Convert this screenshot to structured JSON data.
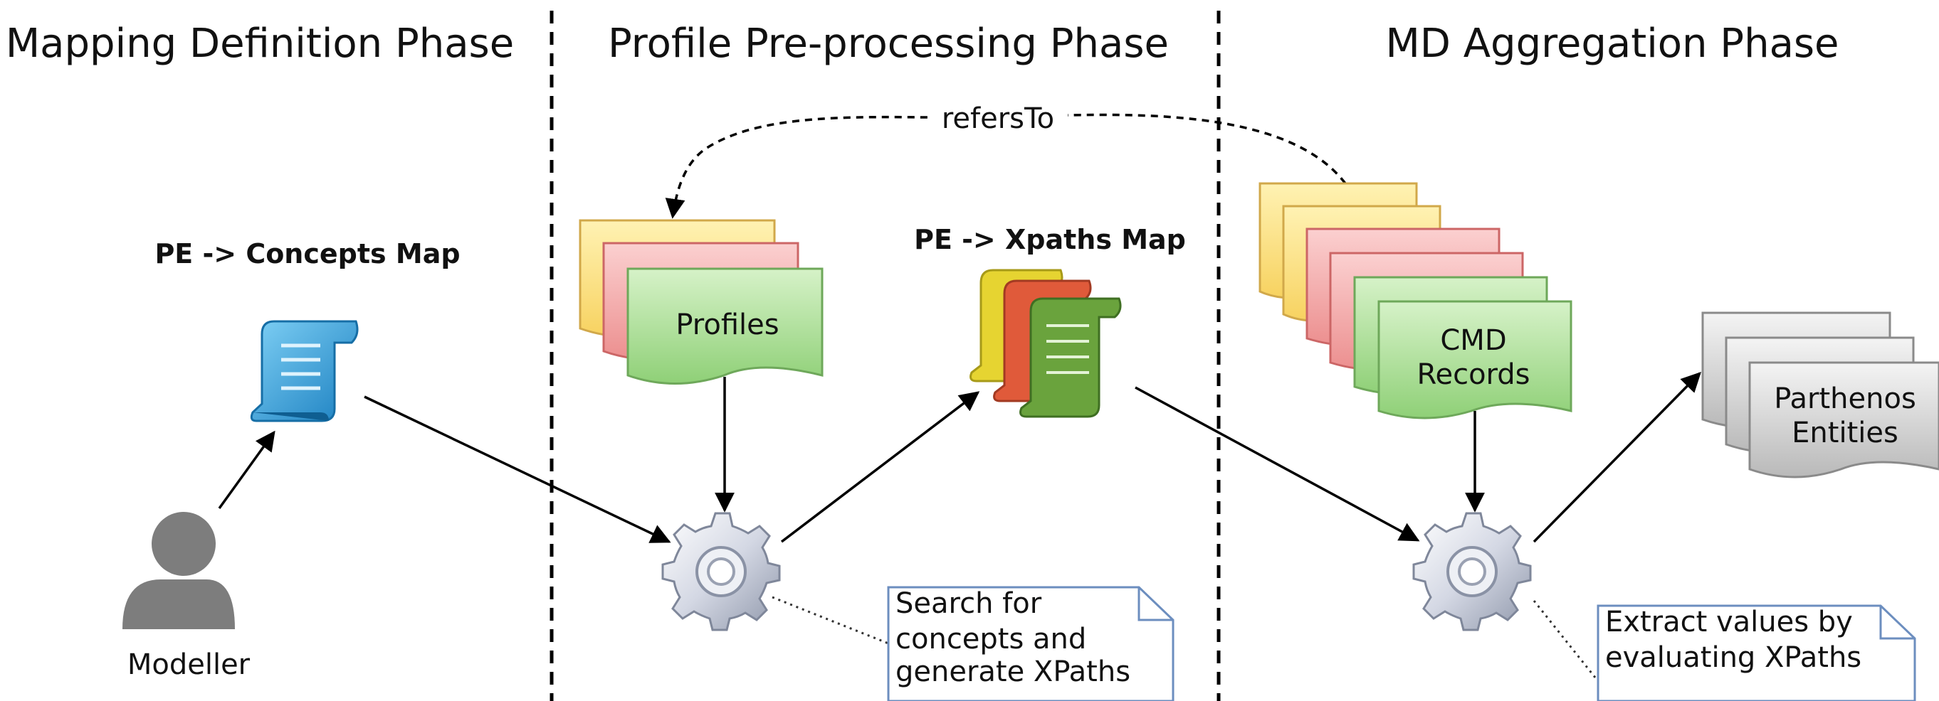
{
  "phases": {
    "mapping_definition": "Mapping Definition Phase",
    "profile_preprocessing": "Profile Pre-processing Phase",
    "md_aggregation": "MD Aggregation Phase"
  },
  "artifacts": {
    "concepts_map_title": "PE -> Concepts Map",
    "xpaths_map_title": "PE -> Xpaths Map",
    "profiles_label": "Profiles",
    "cmd_records_label": [
      "CMD",
      "Records"
    ],
    "parthenos_entities_label": [
      "Parthenos",
      "Entities"
    ],
    "modeller_label": "Modeller"
  },
  "edges": {
    "refers_to_label": "refersTo"
  },
  "notes": {
    "search_note": [
      "Search for",
      "concepts and",
      "generate XPaths"
    ],
    "extract_note": [
      "Extract values by",
      "evaluating XPaths"
    ]
  },
  "icons": [
    "scroll-icon",
    "multi-scroll-icon",
    "gear-icon",
    "person-icon",
    "document-stack-icon"
  ],
  "colors": {
    "yellow_doc": "#fce38a",
    "red_doc": "#f4a3a3",
    "green_doc": "#a6dc8f",
    "gray_doc": "#d9d9d9",
    "blue_scroll": "#2e9fdc",
    "note_border": "#6c8ebf"
  }
}
